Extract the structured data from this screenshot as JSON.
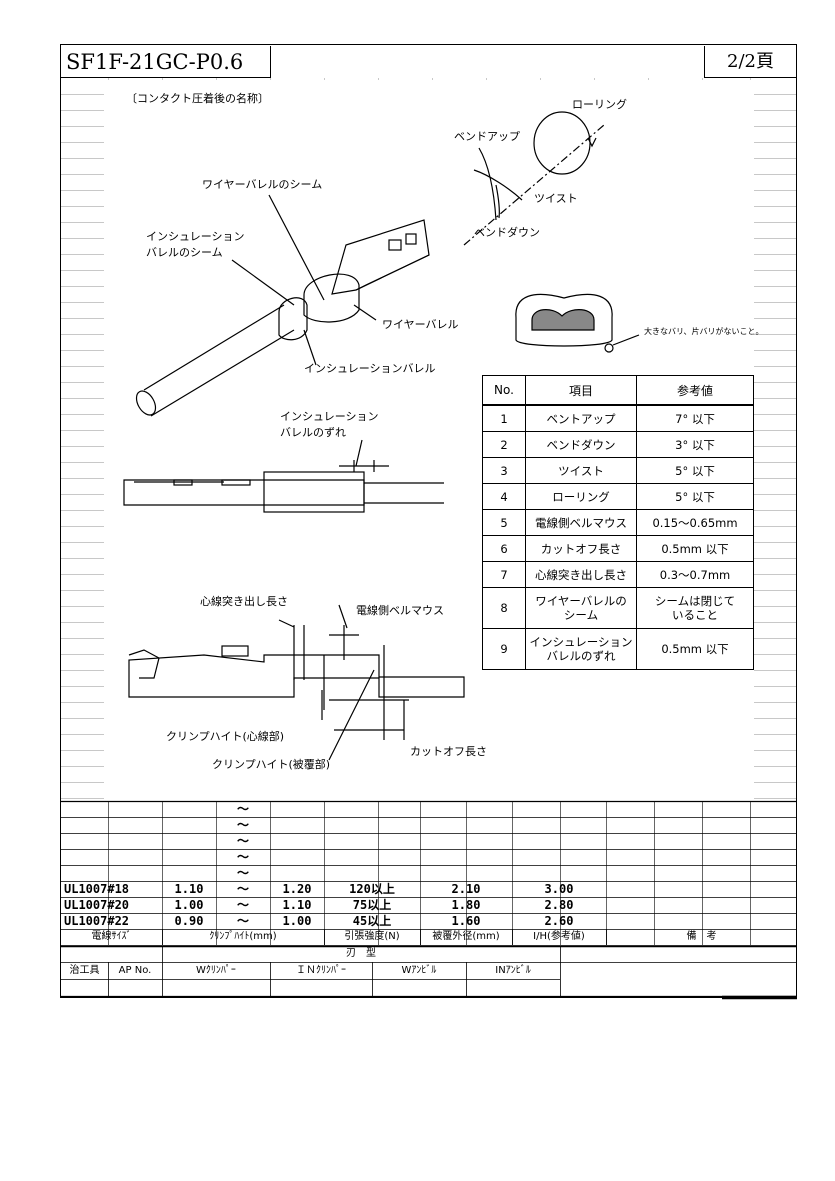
{
  "header": {
    "title": "SF1F-21GC-P0.6",
    "page": "2/2頁"
  },
  "figure": {
    "caption": "〔コンタクト圧着後の名称〕",
    "rolling": "ローリング",
    "bend_up": "ベンドアップ",
    "twist": "ツイスト",
    "bend_down": "ベンドダウン",
    "wire_barrel_seam": "ワイヤーバレルのシーム",
    "insulation_barrel_seam_1": "インシュレーション",
    "insulation_barrel_seam_2": "バレルのシーム",
    "wire_barrel": "ワイヤーバレル",
    "insulation_barrel": "インシュレーションバレル",
    "burr_note": "大きなバリ、片バリがないこと。",
    "insulation_shift_1": "インシュレーション",
    "insulation_shift_2": "バレルのずれ",
    "core_protrusion": "心線突き出し長さ",
    "bellmouth": "電線側ベルマウス",
    "crimp_height_core": "クリンプハイト(心線部)",
    "crimp_height_insul": "クリンプハイト(被覆部)",
    "cutoff": "カットオフ長さ"
  },
  "ref_table": {
    "headers": [
      "No.",
      "項目",
      "参考値"
    ],
    "rows": [
      {
        "no": "1",
        "item": "ベントアップ",
        "item2": "",
        "value": "7° 以下",
        "value2": ""
      },
      {
        "no": "2",
        "item": "ベンドダウン",
        "item2": "",
        "value": "3° 以下",
        "value2": ""
      },
      {
        "no": "3",
        "item": "ツイスト",
        "item2": "",
        "value": "5° 以下",
        "value2": ""
      },
      {
        "no": "4",
        "item": "ローリング",
        "item2": "",
        "value": "5° 以下",
        "value2": ""
      },
      {
        "no": "5",
        "item": "電線側ベルマウス",
        "item2": "",
        "value": "0.15～0.65mm",
        "value2": ""
      },
      {
        "no": "6",
        "item": "カットオフ長さ",
        "item2": "",
        "value": "0.5mm 以下",
        "value2": ""
      },
      {
        "no": "7",
        "item": "心線突き出し長さ",
        "item2": "",
        "value": "0.3～0.7mm",
        "value2": ""
      },
      {
        "no": "8",
        "item": "ワイヤーバレルの",
        "item2": "シーム",
        "value": "シームは閉じて",
        "value2": "いること"
      },
      {
        "no": "9",
        "item": "インシュレーション",
        "item2": "バレルのずれ",
        "value": "0.5mm 以下",
        "value2": ""
      }
    ]
  },
  "spec": {
    "tilde": "～",
    "rows": [
      {
        "wire": "UL1007#18",
        "ch_min": "1.10",
        "ch_max": "1.20",
        "pull": "120以上",
        "od": "2.10",
        "ih": "3.00"
      },
      {
        "wire": "UL1007#20",
        "ch_min": "1.00",
        "ch_max": "1.10",
        "pull": "75以上",
        "od": "1.80",
        "ih": "2.80"
      },
      {
        "wire": "UL1007#22",
        "ch_min": "0.90",
        "ch_max": "1.00",
        "pull": "45以上",
        "od": "1.60",
        "ih": "2.60"
      }
    ],
    "headers": {
      "wire": "電線ｻｲｽﾞ",
      "crimp": "ｸﾘﾝﾌﾟﾊｲﾄ(mm)",
      "pull": "引張強度(N)",
      "od": "被覆外径(mm)",
      "ih": "I/H(参考値)",
      "note": "備　考"
    }
  },
  "tooling": {
    "die": "刃　型",
    "jig": "治工具",
    "ap": "AP No.",
    "w_crimper": "Wｸﾘﾝﾊﾟｰ",
    "in_crimper": "ＩＮｸﾘﾝﾊﾟｰ",
    "w_anvil": "Wｱﾝﾋﾞﾙ",
    "in_anvil": "INｱﾝﾋﾞﾙ"
  }
}
